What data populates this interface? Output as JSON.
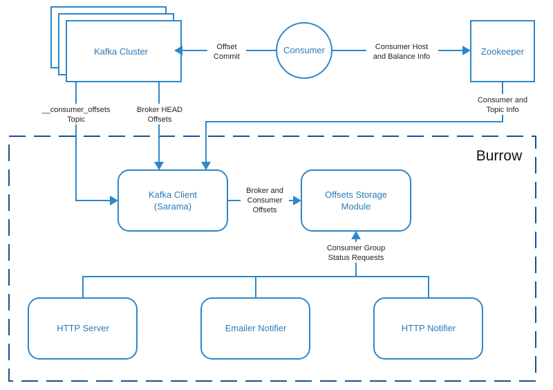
{
  "title": "Burrow",
  "colors": {
    "stroke": "#2d87c8",
    "box_text": "#2a7ab8",
    "edge_text": "#1f1f1f",
    "boundary": "#1a4f86"
  },
  "nodes": {
    "kafka_cluster": "Kafka Cluster",
    "consumer": "Consumer",
    "zookeeper": "Zookeeper",
    "kafka_client": [
      "Kafka Client",
      "(Sarama)"
    ],
    "offsets_storage": [
      "Offsets Storage",
      "Module"
    ],
    "http_server": "HTTP Server",
    "emailer_notifier": "Emailer Notifier",
    "http_notifier": "HTTP Notifier"
  },
  "edges": {
    "offset_commit": [
      "Offset",
      "Commit"
    ],
    "consumer_host": [
      "Consumer Host",
      "and Balance Info"
    ],
    "consumer_offsets_topic": [
      "__consumer_offsets",
      "Topic"
    ],
    "broker_head": [
      "Broker HEAD",
      "Offsets"
    ],
    "consumer_topic_info": [
      "Consumer and",
      "Topic Info"
    ],
    "broker_consumer_offsets": [
      "Broker and",
      "Consumer",
      "Offsets"
    ],
    "consumer_group_status": [
      "Consumer Group",
      "Status Requests"
    ]
  }
}
